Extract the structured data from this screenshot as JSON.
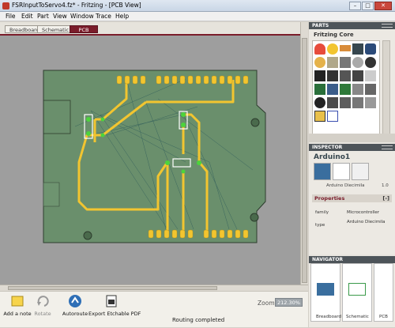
{
  "window": {
    "title": "FSRInputToServo4.fz* - Fritzing - [PCB View]",
    "min": "–",
    "max": "□",
    "close": "✕"
  },
  "menu": [
    "File",
    "Edit",
    "Part",
    "View",
    "Window",
    "Trace",
    "Help"
  ],
  "tabs": {
    "breadboard": "Breadboard",
    "schematic": "Schematic",
    "pcb": "PCB",
    "active": "PCB"
  },
  "toolbar": {
    "add_note": "Add a note",
    "rotate": "Rotate",
    "autoroute": "Autoroute",
    "export": "Export Etchable PDF",
    "status": "Routing completed",
    "zoom_label": "Zoom",
    "zoom_value": "212.30%"
  },
  "parts": {
    "header": "PARTS",
    "bin_title": "Fritzing Core"
  },
  "inspector": {
    "header": "INSPECTOR",
    "name": "Arduino1",
    "part_name": "Arduino Diecimila",
    "version": "1.0",
    "properties_header": "Properties",
    "properties_toggle": "[-]",
    "props": [
      {
        "key": "family",
        "value": "Microcontroller"
      },
      {
        "key": "type",
        "value": "Arduino Diecimila"
      }
    ]
  },
  "navigator": {
    "header": "NAVIGATOR",
    "items": [
      "Breadboard",
      "Schematic",
      "PCB"
    ]
  },
  "colors": {
    "board": "#6a8f6c",
    "trace": "#f2c530",
    "pad": "#f2c530",
    "active_tab": "#7a1c2a",
    "panel_header": "#4d5459"
  },
  "icons": [
    "note-icon",
    "rotate-icon",
    "autoroute-icon",
    "export-pdf-icon"
  ]
}
